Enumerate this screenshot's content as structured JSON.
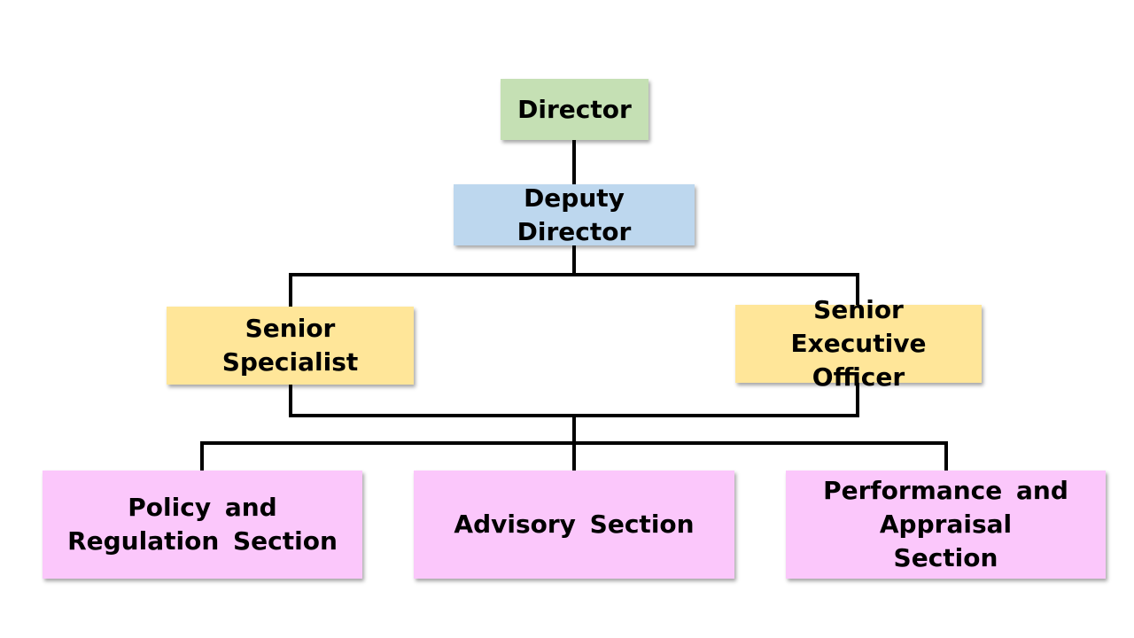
{
  "colors": {
    "director": "#c5e0b4",
    "deputy": "#bdd7ee",
    "senior": "#ffe699",
    "section": "#fbc7fb",
    "connector": "#000000"
  },
  "nodes": {
    "director": {
      "label": "Director"
    },
    "deputy_director": {
      "label": "Deputy Director"
    },
    "senior_specialist": {
      "label": "Senior Specialist"
    },
    "senior_executive_officer": {
      "label": "Senior Executive Officer"
    },
    "policy_regulation_section": {
      "label": "Policy and Regulation Section"
    },
    "advisory_section": {
      "label": "Advisory Section"
    },
    "performance_appraisal_section": {
      "label": "Performance and Appraisal Section"
    }
  },
  "edges": [
    {
      "from": "director",
      "to": "deputy_director"
    },
    {
      "from": "deputy_director",
      "to": "senior_specialist"
    },
    {
      "from": "deputy_director",
      "to": "senior_executive_officer"
    },
    {
      "from": "senior_specialist",
      "to": "policy_regulation_section"
    },
    {
      "from": "senior_specialist",
      "to": "advisory_section"
    },
    {
      "from": "senior_specialist",
      "to": "performance_appraisal_section"
    },
    {
      "from": "senior_executive_officer",
      "to": "policy_regulation_section"
    },
    {
      "from": "senior_executive_officer",
      "to": "advisory_section"
    },
    {
      "from": "senior_executive_officer",
      "to": "performance_appraisal_section"
    }
  ]
}
